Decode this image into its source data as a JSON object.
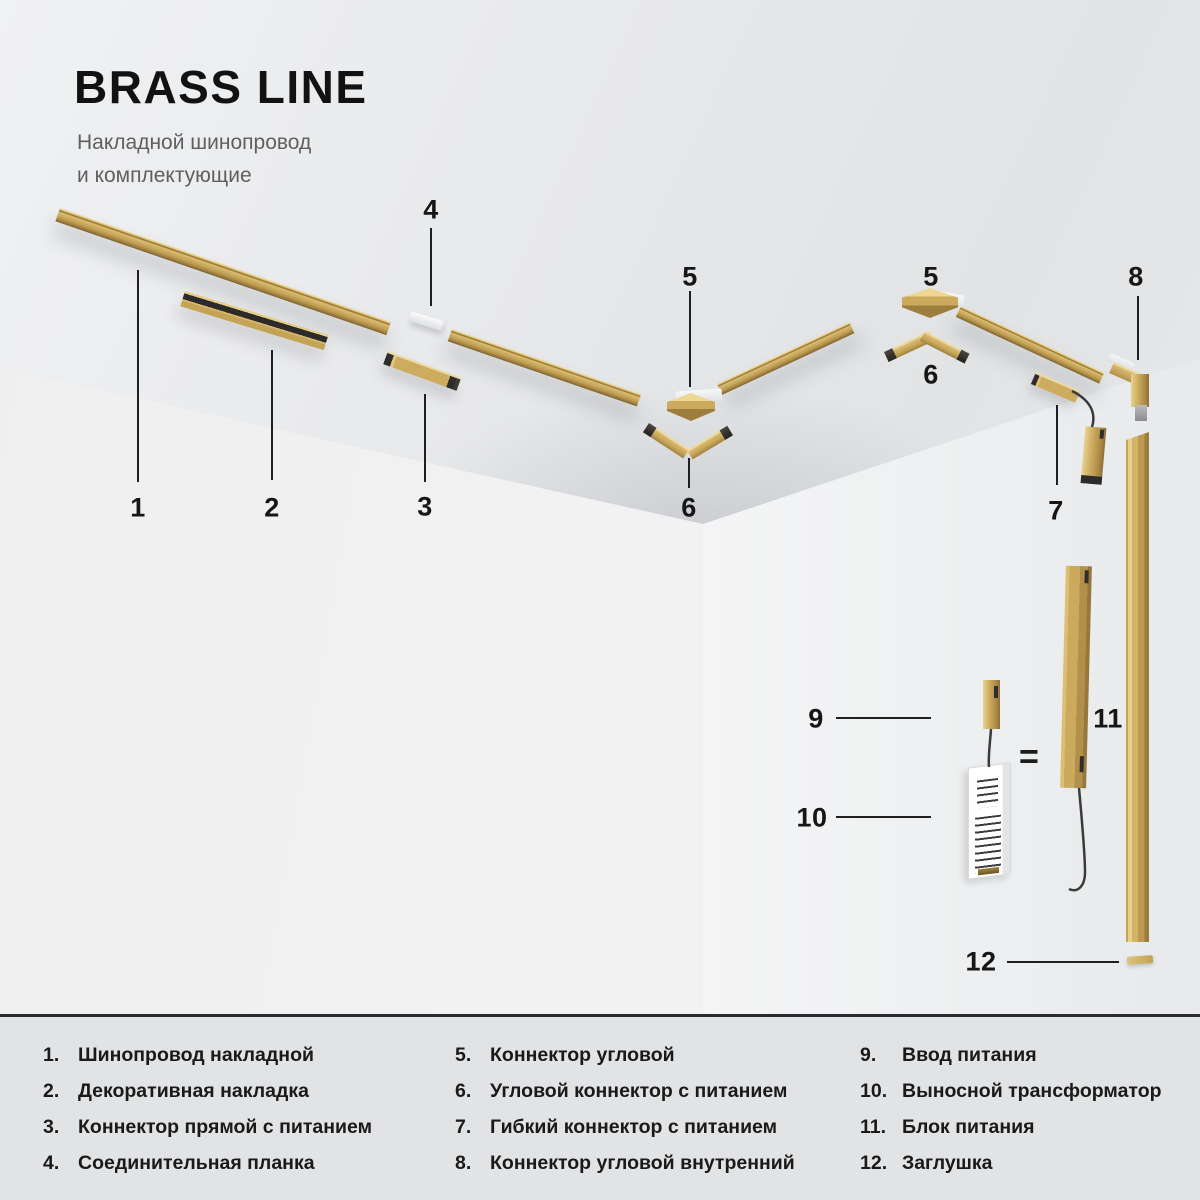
{
  "header": {
    "title": "BRASS LINE",
    "subtitle_line1": "Накладной шинопровод",
    "subtitle_line2": "и комплектующие"
  },
  "scene": {
    "callouts": [
      "1",
      "2",
      "3",
      "4",
      "5",
      "6",
      "5",
      "6",
      "7",
      "8",
      "9",
      "10",
      "11",
      "12"
    ],
    "equals_sign": "="
  },
  "legend": {
    "items": [
      {
        "num": "1.",
        "label": "Шинопровод накладной"
      },
      {
        "num": "2.",
        "label": "Декоративная накладка"
      },
      {
        "num": "3.",
        "label": "Коннектор прямой с питанием"
      },
      {
        "num": "4.",
        "label": "Соединительная планка"
      },
      {
        "num": "5.",
        "label": "Коннектор угловой"
      },
      {
        "num": "6.",
        "label": "Угловой коннектор с питанием"
      },
      {
        "num": "7.",
        "label": "Гибкий коннектор с питанием"
      },
      {
        "num": "8.",
        "label": "Коннектор угловой внутренний"
      },
      {
        "num": "9.",
        "label": "Ввод питания"
      },
      {
        "num": "10.",
        "label": "Выносной трансформатор"
      },
      {
        "num": "11.",
        "label": "Блок питания"
      },
      {
        "num": "12.",
        "label": "Заглушка"
      }
    ]
  },
  "colors": {
    "brass": "#c7a65b",
    "brass_light": "#e8cf8c",
    "brass_dark": "#8e7037",
    "text": "#161616",
    "subtitle": "#5f5f5f",
    "legend_bg": "#e2e3e5",
    "divider": "#2c2c2e"
  }
}
